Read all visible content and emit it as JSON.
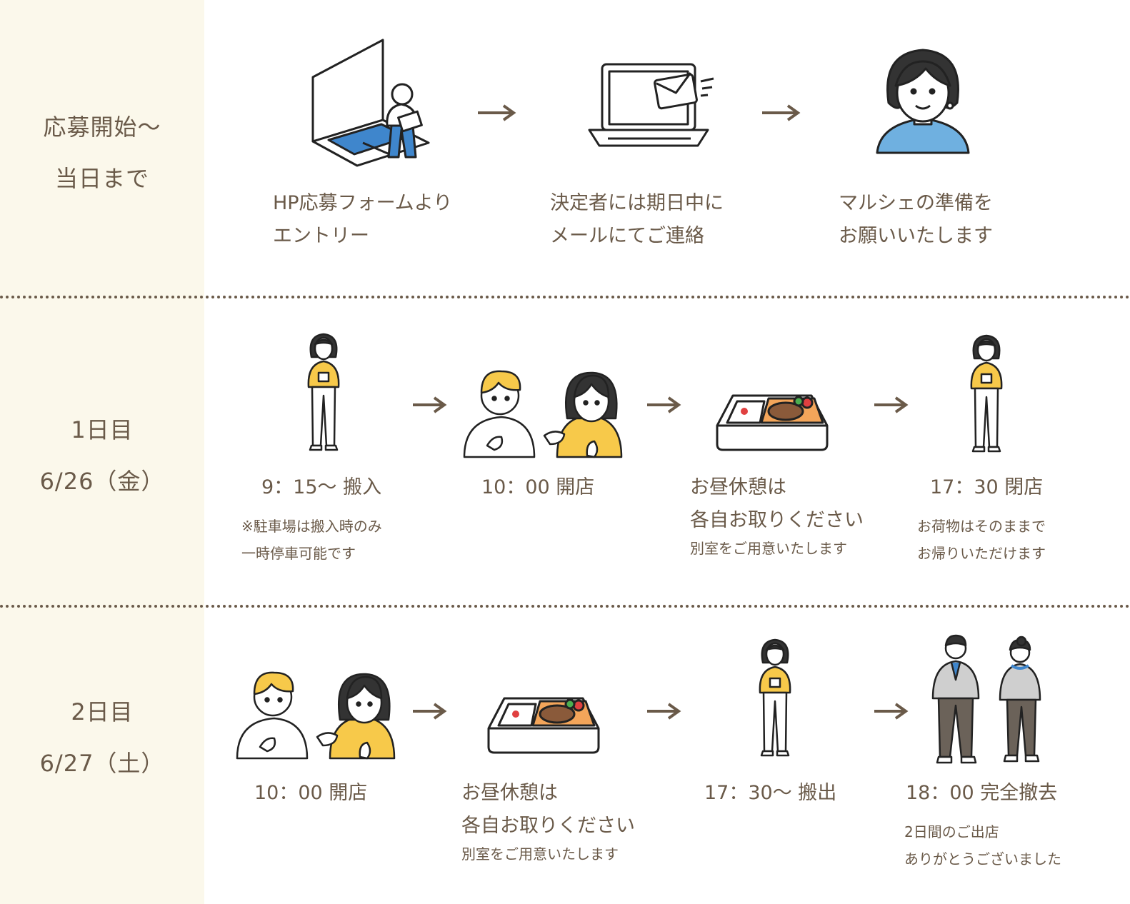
{
  "rows": [
    {
      "label_lines": [
        "応募開始〜",
        "当日まで"
      ],
      "steps": [
        {
          "icon": "laptop-entry-icon",
          "title_lines": [
            "HP応募フォームより",
            "エントリー"
          ],
          "note_lines": []
        },
        {
          "icon": "laptop-mail-icon",
          "title_lines": [
            "決定者には期日中に",
            "メールにてご連絡"
          ],
          "note_lines": []
        },
        {
          "icon": "woman-portrait-icon",
          "title_lines": [
            "マルシェの準備を",
            "お願いいたします"
          ],
          "note_lines": []
        }
      ]
    },
    {
      "label_lines": [
        "1日目",
        "6/26（金）"
      ],
      "steps": [
        {
          "icon": "woman-standing-icon",
          "title_lines": [
            "9：15〜 搬入"
          ],
          "note_lines": [
            "※駐車場は搬入時のみ",
            "一時停車可能です"
          ]
        },
        {
          "icon": "two-people-icon",
          "title_lines": [
            "10：00 開店"
          ],
          "note_lines": []
        },
        {
          "icon": "bento-box-icon",
          "title_lines": [
            "お昼休憩は",
            "各自お取りください"
          ],
          "note_lines": [
            "別室をご用意いたします"
          ]
        },
        {
          "icon": "woman-standing-icon",
          "title_lines": [
            "17：30 閉店"
          ],
          "note_lines": [
            "お荷物はそのままで",
            "お帰りいただけます"
          ]
        }
      ]
    },
    {
      "label_lines": [
        "2日目",
        "6/27（土）"
      ],
      "steps": [
        {
          "icon": "two-people-icon",
          "title_lines": [
            "10：00 開店"
          ],
          "note_lines": []
        },
        {
          "icon": "bento-box-icon",
          "title_lines": [
            "お昼休憩は",
            "各自お取りください"
          ],
          "note_lines": [
            "別室をご用意いたします"
          ]
        },
        {
          "icon": "woman-standing-icon",
          "title_lines": [
            "17：30〜 搬出"
          ],
          "note_lines": []
        },
        {
          "icon": "staff-bowing-icon",
          "title_lines": [
            "18：00 完全撤去"
          ],
          "note_lines": [
            "2日間のご出店",
            "ありがとうございました"
          ]
        }
      ]
    }
  ],
  "colors": {
    "text": "#6a5a49",
    "label_background": "#fbf8eb",
    "separator": "#6a5a49",
    "accent_blue": "#3f86cc",
    "accent_yellow": "#f7c94a",
    "accent_lightblue": "#6fb0e0"
  }
}
